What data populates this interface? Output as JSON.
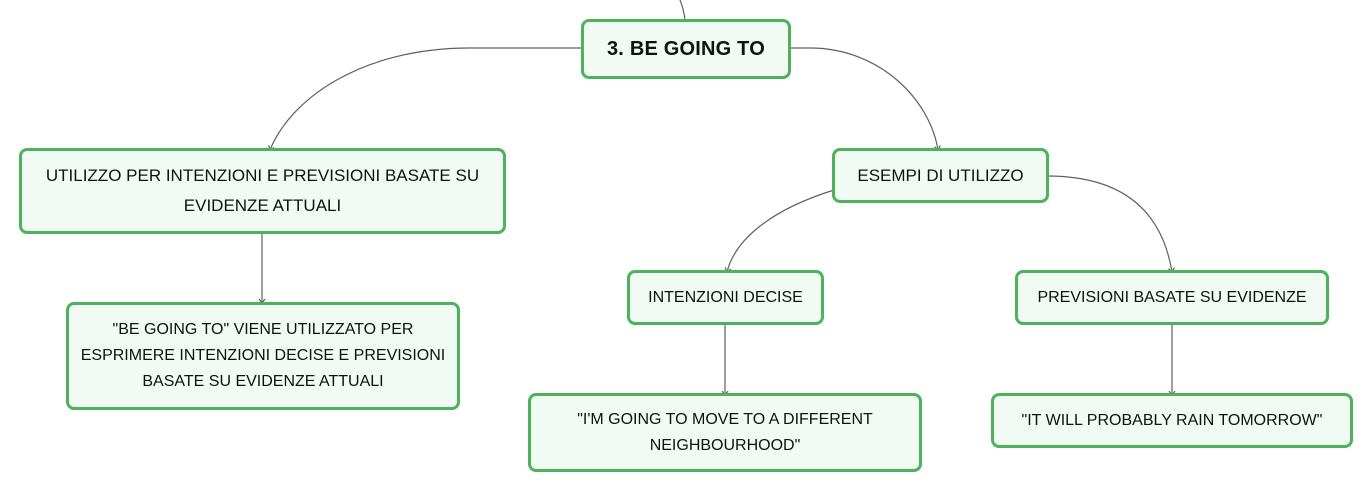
{
  "diagram": {
    "root": {
      "label": "3. BE GOING TO"
    },
    "usage": {
      "label": "UTILIZZO PER INTENZIONI E PREVISIONI BASATE SU EVIDENZE ATTUALI"
    },
    "usage_detail": {
      "label": "\"BE GOING TO\" VIENE UTILIZZATO PER ESPRIMERE INTENZIONI DECISE E PREVISIONI BASATE SU EVIDENZE ATTUALI"
    },
    "examples": {
      "label": "ESEMPI DI UTILIZZO"
    },
    "intentions": {
      "label": "INTENZIONI DECISE"
    },
    "intentions_example": {
      "label": "\"I'M GOING TO MOVE TO A DIFFERENT NEIGHBOURHOOD\""
    },
    "predictions": {
      "label": "PREVISIONI BASATE SU EVIDENZE"
    },
    "predictions_example": {
      "label": "\"IT WILL PROBABLY RAIN TOMORROW\""
    }
  },
  "colors": {
    "node_border": "#4cb35c",
    "node_fill": "#f1faf3",
    "connector": "#5f5f5f",
    "text": "#111111"
  }
}
